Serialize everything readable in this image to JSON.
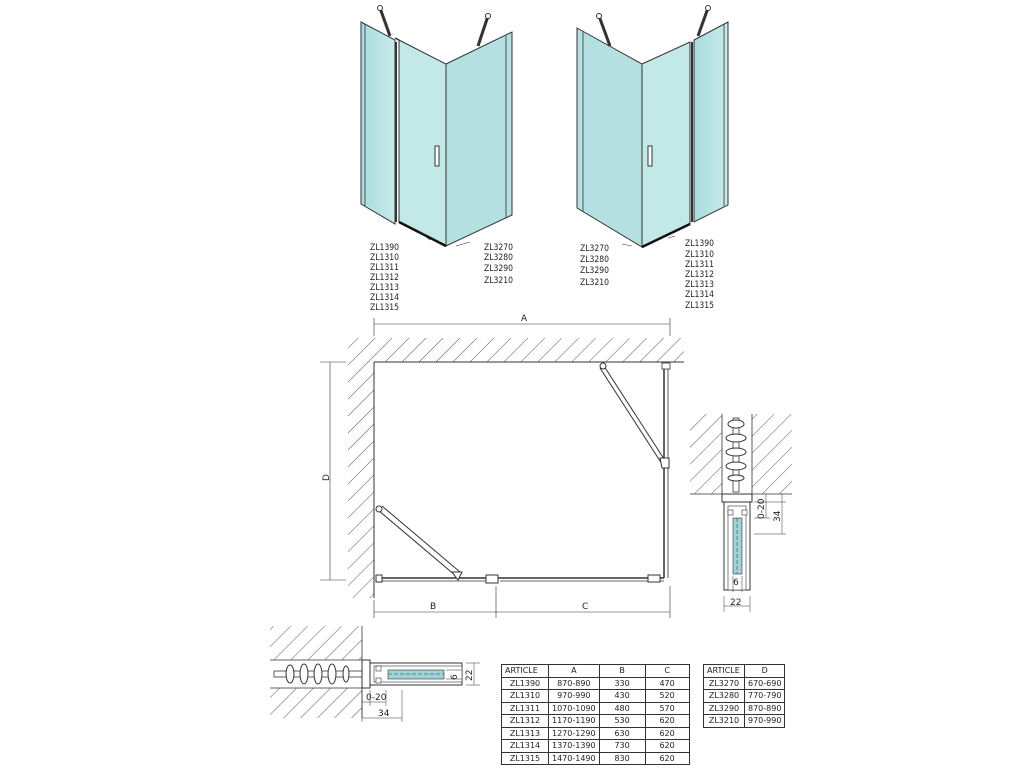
{
  "variant_left": {
    "door_codes": [
      "ZL1390",
      "ZL1310",
      "ZL1311",
      "ZL1312",
      "ZL1313",
      "ZL1314",
      "ZL1315"
    ],
    "wall_codes": [
      "ZL3270",
      "ZL3280",
      "ZL3290",
      "ZL3210"
    ]
  },
  "variant_right": {
    "wall_codes": [
      "ZL3270",
      "ZL3280",
      "ZL3290",
      "ZL3210"
    ],
    "door_codes": [
      "ZL1390",
      "ZL1310",
      "ZL1311",
      "ZL1312",
      "ZL1313",
      "ZL1314",
      "ZL1315"
    ]
  },
  "plan": {
    "dim_a": "A",
    "dim_b": "B",
    "dim_c": "C",
    "dim_d": "D"
  },
  "detail_right": {
    "adjust": "0-20",
    "depth": "34",
    "glass": "6",
    "width": "22"
  },
  "detail_bottom": {
    "glass": "6",
    "width": "22",
    "adjust": "0-20",
    "depth": "34"
  },
  "table_main": {
    "headers": [
      "ARTICLE",
      "A",
      "B",
      "C"
    ],
    "rows": [
      [
        "ZL1390",
        "870-890",
        "330",
        "470"
      ],
      [
        "ZL1310",
        "970-990",
        "430",
        "520"
      ],
      [
        "ZL1311",
        "1070-1090",
        "480",
        "570"
      ],
      [
        "ZL1312",
        "1170-1190",
        "530",
        "620"
      ],
      [
        "ZL1313",
        "1270-1290",
        "630",
        "620"
      ],
      [
        "ZL1314",
        "1370-1390",
        "730",
        "620"
      ],
      [
        "ZL1315",
        "1470-1490",
        "830",
        "620"
      ]
    ]
  },
  "table_d": {
    "headers": [
      "ARTICLE",
      "D"
    ],
    "rows": [
      [
        "ZL3270",
        "670-690"
      ],
      [
        "ZL3280",
        "770-790"
      ],
      [
        "ZL3290",
        "870-890"
      ],
      [
        "ZL3210",
        "970-990"
      ]
    ]
  },
  "colors": {
    "glass": "#b9e3e4",
    "glass_dark": "#9fd3d6",
    "line": "#333333",
    "hatch": "#555555"
  }
}
